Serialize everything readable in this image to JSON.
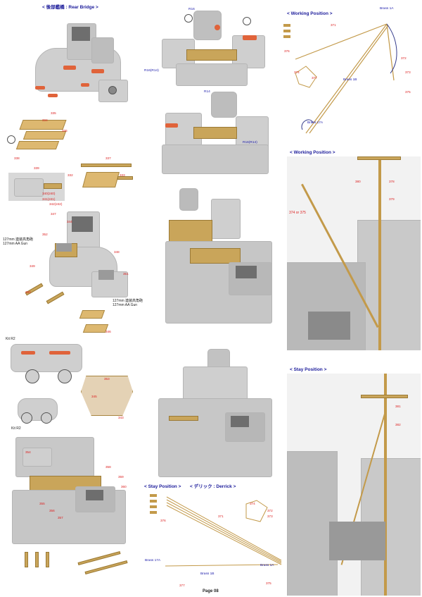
{
  "headers": {
    "rear_bridge": "< 後部艦橋 : Rear Bridge >",
    "working_top": "< Working Position >",
    "working_mid": "< Working Position >",
    "stay_right": "< Stay Position >",
    "stay_bottom": "< Stay Position >",
    "derrick": "< デリック : Derrick >"
  },
  "labels": {
    "aa_gun_left_jp": "127mm 連装高角砲",
    "aa_gun_left_en": "127mm AA Gun",
    "aa_gun_right_jp": "127mm 連装高角砲",
    "aa_gun_right_en": "127mm AA Gun",
    "kit_r2_a": "Kit R2",
    "kit_r2_b": "Kit R2",
    "r16_top": "R16",
    "r16_top_side": "R16(R14)",
    "r14_mid": "R14",
    "r14_mid_side": "R16(R14)",
    "brass_1a_top": "Brass 1A",
    "brass_1b_top": "Brass 1B",
    "brass_17a_top": "Brass 17A",
    "brass_17a_bottom": "Brass 17A",
    "brass_1b_bottom": "Brass 1B",
    "brass_1a_bottom": "Brass 1A",
    "pos_374_375": "374 or 375",
    "page": "Page 08"
  },
  "part_numbers": {
    "p1": "335",
    "p2": "334",
    "p3": "336",
    "p4": "338",
    "p5": "339",
    "p6": "337",
    "p7": "333",
    "p8": "332",
    "p9": "340(240)",
    "p10": "341(241)",
    "p11": "342(242)",
    "p12": "347",
    "p13": "344",
    "p14": "352",
    "p15": "348",
    "p16": "349",
    "p17": "351",
    "p18": "350",
    "p19": "346",
    "p20": "353",
    "p21": "345",
    "p22": "343",
    "p23": "354",
    "p24": "355",
    "p25": "356",
    "p26": "357",
    "p27": "371",
    "p28": "376",
    "p29": "377",
    "p30": "372",
    "p31": "373",
    "p32": "374",
    "p33": "375",
    "p34": "358",
    "p35": "359",
    "p36": "360",
    "p37": "361",
    "p38": "362",
    "p39": "363",
    "p40": "364",
    "p41": "365",
    "p42": "366",
    "p43": "367",
    "p44": "368",
    "p45": "369",
    "p46": "370",
    "p47": "378",
    "p48": "379",
    "p49": "380",
    "p50": "381",
    "p51": "382"
  },
  "colors": {
    "header_blue": "#1a1a9a",
    "callout_red": "#dd2222",
    "resin_grey": "#cfcfcf",
    "brass": "#c9a55a",
    "accent_orange": "#e0633a"
  }
}
